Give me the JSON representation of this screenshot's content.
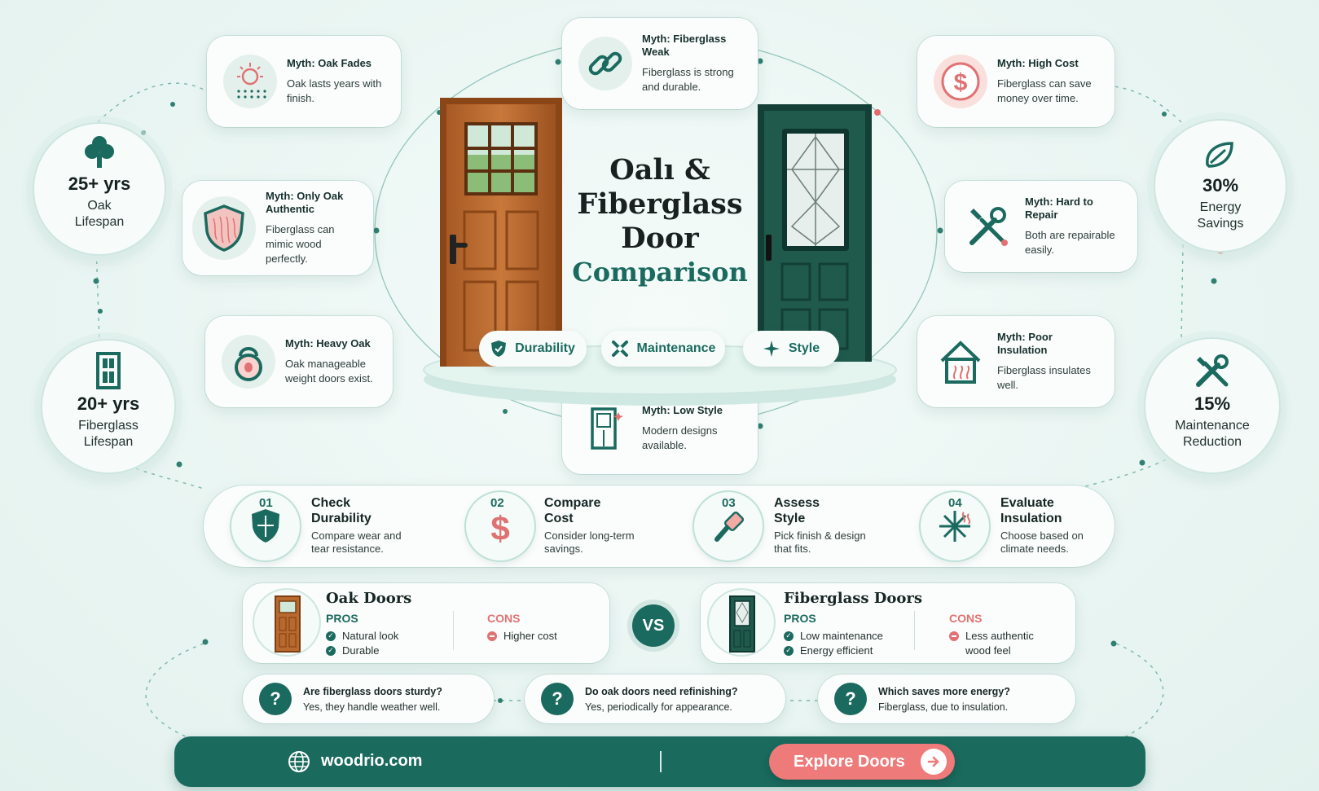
{
  "title": {
    "line1": "Oalı &",
    "line2": "Fiberglass",
    "line3": "Door",
    "line4": "Comparison"
  },
  "myths": [
    {
      "title": "Myth: Oak Fades",
      "desc": "Oak lasts years with finish.",
      "icon": "sun-icon"
    },
    {
      "title": "Myth: Only Oak Authentic",
      "desc": "Fiberglass can mimic wood perfectly.",
      "icon": "shield-icon"
    },
    {
      "title": "Myth: Heavy Oak",
      "desc": "Oak manageable weight doors exist.",
      "icon": "kettlebell-icon"
    },
    {
      "title": "Myth: Fiberglass Weak",
      "desc": "Fiberglass is strong and durable.",
      "icon": "chain-link-icon"
    },
    {
      "title": "Myth: Low Style",
      "desc": "Modern designs available.",
      "icon": "door-icon"
    },
    {
      "title": "Myth: High Cost",
      "desc": "Fiberglass can save money over time.",
      "icon": "dollar-icon"
    },
    {
      "title": "Myth: Hard to Repair",
      "desc": "Both are repairable easily.",
      "icon": "tools-icon"
    },
    {
      "title": "Myth: Poor Insulation",
      "desc": "Fiberglass insulates well.",
      "icon": "house-icon"
    }
  ],
  "stats": [
    {
      "value": "25+ yrs",
      "label1": "Oak",
      "label2": "Lifespan",
      "icon": "tree-icon"
    },
    {
      "value": "20+ yrs",
      "label1": "Fiberglass",
      "label2": "Lifespan",
      "icon": "door-icon"
    },
    {
      "value": "30%",
      "label1": "Energy",
      "label2": "Savings",
      "icon": "leaf-icon"
    },
    {
      "value": "15%",
      "label1": "Maintenance",
      "label2": "Reduction",
      "icon": "tools-icon"
    }
  ],
  "pills": [
    {
      "label": "Durability",
      "icon": "shield-icon"
    },
    {
      "label": "Maintenance",
      "icon": "wrench-icon"
    },
    {
      "label": "Style",
      "icon": "sparkle-icon"
    }
  ],
  "steps": [
    {
      "num": "01",
      "title1": "Check",
      "title2": "Durability",
      "desc1": "Compare wear and",
      "desc2": "tear resistance."
    },
    {
      "num": "02",
      "title1": "Compare",
      "title2": "Cost",
      "desc1": "Consider long-term",
      "desc2": "savings."
    },
    {
      "num": "03",
      "title1": "Assess",
      "title2": "Style",
      "desc1": "Pick finish & design",
      "desc2": "that fits."
    },
    {
      "num": "04",
      "title1": "Evaluate",
      "title2": "Insulation",
      "desc1": "Choose based on",
      "desc2": "climate needs."
    }
  ],
  "compare": {
    "vs": "VS",
    "oak": {
      "title": "Oak Doors",
      "pros_h": "PROS",
      "pros": [
        "Natural look",
        "Durable"
      ],
      "cons_h": "CONS",
      "cons": [
        "Higher cost"
      ]
    },
    "fiber": {
      "title": "Fiberglass Doors",
      "pros_h": "PROS",
      "pros": [
        "Low maintenance",
        "Energy efficient"
      ],
      "cons_h": "CONS",
      "cons1": "Less authentic",
      "cons2": "wood feel"
    }
  },
  "faqs": [
    {
      "q": "Are fiberglass doors sturdy?",
      "a": "Yes, they handle weather well."
    },
    {
      "q": "Do oak doors need refinishing?",
      "a": "Yes, periodically for appearance."
    },
    {
      "q": "Which saves more energy?",
      "a": "Fiberglass, due to insulation."
    }
  ],
  "footer": {
    "site": "woodrio.com",
    "cta": "Explore Doors",
    "q_mark": "?"
  },
  "colors": {
    "teal": "#1b6a5f",
    "coral": "#ef7a7a",
    "oak": "#b8692e"
  }
}
